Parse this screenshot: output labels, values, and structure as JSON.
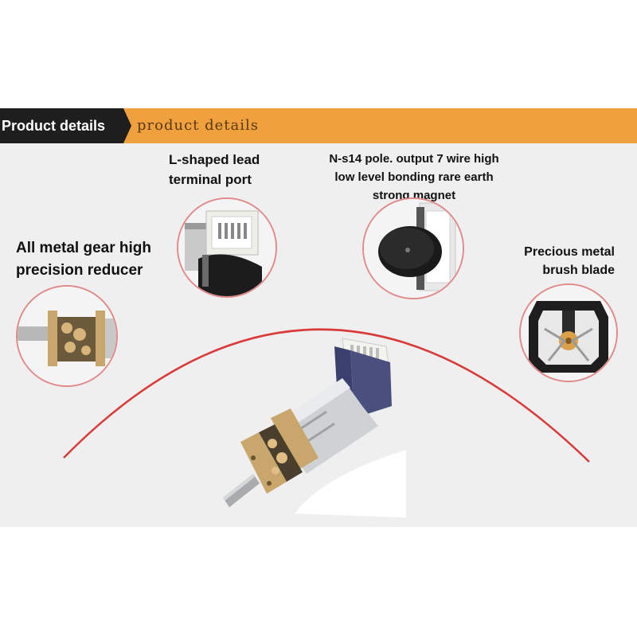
{
  "header": {
    "title": "Product details",
    "subtitle": "product details"
  },
  "features": {
    "l_shaped": {
      "line1": "L-shaped lead",
      "line2": "terminal port"
    },
    "ns14": {
      "line1": "N-s14 pole. output 7 wire high",
      "line2": "low level bonding rare earth",
      "line3": "strong magnet"
    },
    "gear": {
      "line1": "All metal gear high",
      "line2": "precision reducer"
    },
    "brush": {
      "line1": "Precious metal",
      "line2": "brush blade"
    }
  },
  "colors": {
    "header_orange": "#f0a03c",
    "header_black": "#1e1e1e",
    "arc_red": "#d93a3a",
    "panel_gray": "#efefef"
  }
}
